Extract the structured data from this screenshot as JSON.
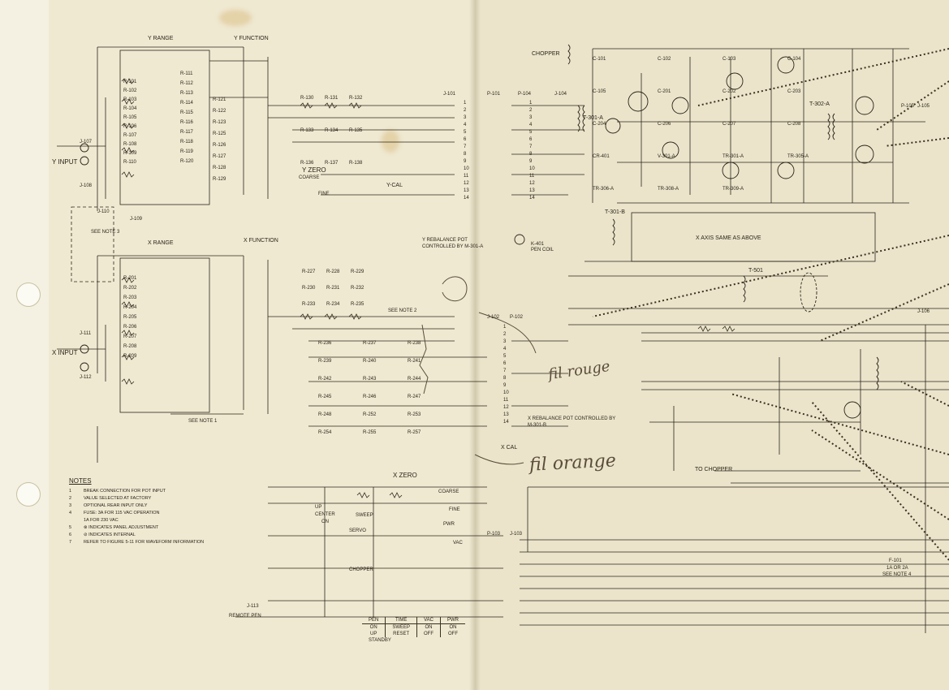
{
  "sections": {
    "y_range": "Y RANGE",
    "y_function": "Y FUNCTION",
    "x_range": "X RANGE",
    "x_function": "X FUNCTION",
    "chopper": "CHOPPER",
    "y_zero": "Y ZERO",
    "x_zero": "X ZERO",
    "y_cal": "Y-CAL",
    "x_cal": "X CAL",
    "x_axis_same": "X AXIS SAME AS ABOVE",
    "to_chopper": "TO CHOPPER"
  },
  "inputs": {
    "y_input": "Y INPUT",
    "x_input": "X INPUT",
    "remote_pen": "REMOTE PEN",
    "see_note_3": "SEE NOTE 3",
    "see_note_1": "SEE NOTE 1",
    "see_note_2": "SEE NOTE 2",
    "see_note_4": "SEE NOTE 4"
  },
  "rebalance": {
    "y": "Y REBALANCE POT CONTROLLED BY M-301-A",
    "x": "X REBALANCE POT CONTROLLED BY M-301-B",
    "pen_coil": "PEN COIL",
    "k401": "K-401"
  },
  "connector_pins": [
    "1",
    "2",
    "3",
    "4",
    "5",
    "6",
    "7",
    "8",
    "9",
    "10",
    "11",
    "12",
    "13",
    "14"
  ],
  "connectors": {
    "j101": "J-101",
    "p101": "P-101",
    "j104": "J-104",
    "p104": "P-104",
    "j102": "J-102",
    "p102": "P-102",
    "j103": "J-103",
    "p103": "P-103",
    "j105": "J-105",
    "p105": "P-105",
    "j106": "J-106",
    "j110": "J-110",
    "j107": "J-107",
    "j108": "J-108",
    "j109": "J-109",
    "j111": "J-111",
    "j112": "J-112",
    "j113": "J-113"
  },
  "transformers": [
    "T-301-A",
    "T-301-B",
    "T-302-A",
    "T-501"
  ],
  "coarse_fine": {
    "coarse": "COARSE",
    "fine": "FINE"
  },
  "switch_labels": {
    "sweep": "SWEEP",
    "servo": "SERVO",
    "chopper": "CHOPPER",
    "up": "UP",
    "center": "CENTER",
    "on": "ON",
    "pwr": "PWR",
    "vac": "VAC"
  },
  "component_labels": [
    "R-101",
    "R-102",
    "R-103",
    "R-104",
    "R-105",
    "R-106",
    "R-107",
    "R-108",
    "R-109",
    "R-110",
    "R-111",
    "R-112",
    "R-113",
    "R-114",
    "R-115",
    "R-116",
    "R-117",
    "R-118",
    "R-119",
    "R-120",
    "R-121",
    "R-122",
    "R-123",
    "R-125",
    "R-126",
    "R-127",
    "R-128",
    "R-129",
    "R-130",
    "R-131",
    "R-132",
    "R-133",
    "R-134",
    "R-135",
    "R-136",
    "R-137",
    "R-138",
    "R-201",
    "R-202",
    "R-203",
    "R-204",
    "R-205",
    "R-206",
    "R-207",
    "R-208",
    "R-209",
    "R-227",
    "R-228",
    "R-229",
    "R-230",
    "R-231",
    "R-232",
    "R-233",
    "R-234",
    "R-235",
    "R-236",
    "R-237",
    "R-238",
    "R-239",
    "R-240",
    "R-241",
    "R-242",
    "R-243",
    "R-244",
    "R-245",
    "R-246",
    "R-247",
    "R-248",
    "R-252",
    "R-253",
    "R-254",
    "R-255",
    "R-257",
    "C-101",
    "C-102",
    "C-103",
    "C-104",
    "C-105",
    "C-201",
    "C-202",
    "C-203",
    "C-204",
    "C-206",
    "C-207",
    "C-208",
    "CR-401",
    "V-301-A",
    "TR-301-A",
    "TR-305-A",
    "TR-306-A",
    "TR-308-A",
    "TR-309-A"
  ],
  "notes": {
    "title": "NOTES",
    "items": [
      {
        "num": "1",
        "text": "BREAK CONNECTION FOR POT INPUT"
      },
      {
        "num": "2",
        "text": "VALUE SELECTED AT FACTORY"
      },
      {
        "num": "3",
        "text": "OPTIONAL REAR INPUT ONLY"
      },
      {
        "num": "4",
        "text": "FUSE: 3A FOR 115 VAC OPERATION"
      },
      {
        "num": "",
        "text": "1A FOR 230 VAC"
      },
      {
        "num": "5",
        "text": "⊗ INDICATES PANEL ADJUSTMENT"
      },
      {
        "num": "6",
        "text": "⊘ INDICATES INTERNAL"
      },
      {
        "num": "7",
        "text": "REFER TO FIGURE 5-11 FOR WAVEFORM INFORMATION"
      }
    ]
  },
  "function_table": {
    "headers": [
      "PEN",
      "TIME",
      "VAC",
      "PWR"
    ],
    "row1": [
      "ON",
      "SWEEP",
      "ON",
      "ON"
    ],
    "row2": [
      "UP",
      "RESET",
      "OFF",
      "OFF"
    ],
    "footer": "STANDBY"
  },
  "fuse": {
    "id": "F-101",
    "rating": "1A OR 2A"
  },
  "handwritten": {
    "fil_rouge": "fil rouge",
    "fil_orange": "fil orange"
  },
  "colors": {
    "paper": "#efe9d2",
    "ink": "#2b2418",
    "pencil": "#5a4d3a"
  }
}
